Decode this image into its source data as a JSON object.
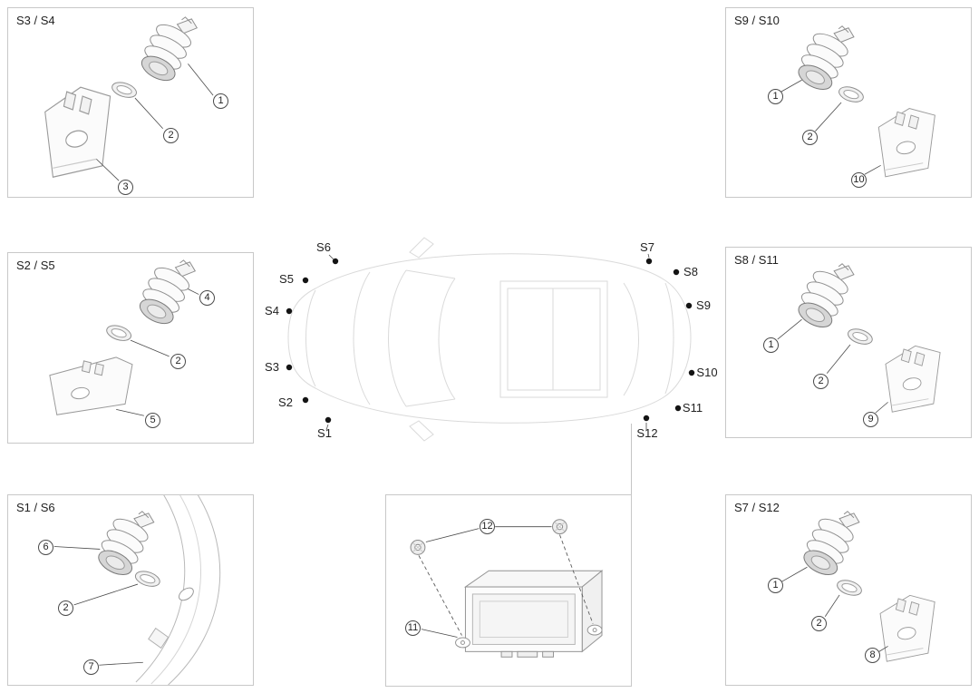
{
  "panels": [
    {
      "label": "S3 / S4",
      "callouts": [
        "1",
        "2",
        "3"
      ]
    },
    {
      "label": "S9 / S10",
      "callouts": [
        "1",
        "2",
        "10"
      ]
    },
    {
      "label": "S2 / S5",
      "callouts": [
        "4",
        "2",
        "5"
      ]
    },
    {
      "label": "S8 / S11",
      "callouts": [
        "1",
        "2",
        "9"
      ]
    },
    {
      "label": "S1 / S6",
      "callouts": [
        "6",
        "2",
        "7"
      ]
    },
    {
      "label": "",
      "callouts": [
        "12",
        "11"
      ]
    },
    {
      "label": "S7 / S12",
      "callouts": [
        "1",
        "2",
        "8"
      ]
    }
  ],
  "car": {
    "positions": [
      "S1",
      "S2",
      "S3",
      "S4",
      "S5",
      "S6",
      "S7",
      "S8",
      "S9",
      "S10",
      "S11",
      "S12"
    ]
  },
  "colors": {
    "background": "#ffffff",
    "panel_border": "#c8c8c8",
    "line_art": "#9a9a9a",
    "car_outline": "#dadada",
    "marker_dot": "#141414",
    "text": "#222222"
  }
}
